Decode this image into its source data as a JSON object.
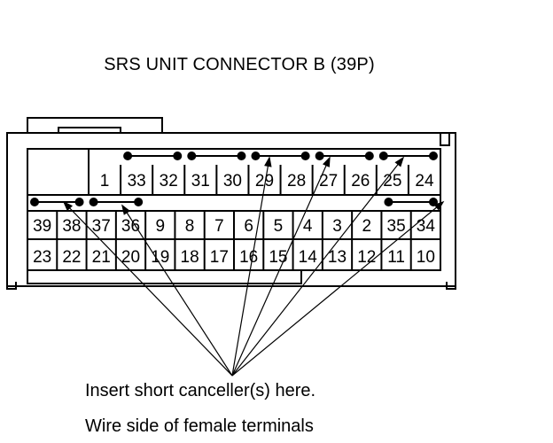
{
  "title": "SRS UNIT CONNECTOR B (39P)",
  "caption_line1": "Insert short canceller(s) here.",
  "caption_line2": "Wire side of female terminals",
  "row1_pins": [
    "1",
    "33",
    "32",
    "31",
    "30",
    "29",
    "28",
    "27",
    "26",
    "25",
    "24"
  ],
  "row2_pins": [
    "39",
    "38",
    "37",
    "36",
    "9",
    "8",
    "7",
    "6",
    "5",
    "4",
    "3",
    "2",
    "35",
    "34"
  ],
  "row3_pins": [
    "23",
    "22",
    "21",
    "20",
    "19",
    "18",
    "17",
    "16",
    "15",
    "14",
    "13",
    "12",
    "11",
    "10"
  ]
}
